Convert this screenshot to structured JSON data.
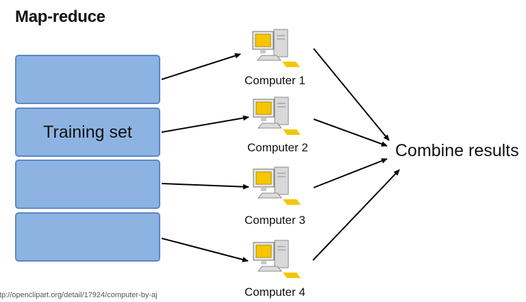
{
  "title": "Map-reduce",
  "training_label": "Training set",
  "computers": [
    {
      "label": "Computer 1"
    },
    {
      "label": "Computer 2"
    },
    {
      "label": "Computer 3"
    },
    {
      "label": "Computer 4"
    }
  ],
  "combine_label": "Combine results",
  "source_text": "ttp://openclipart.org/detail/17924/computer-by-aj",
  "icons": [
    "computer-icon"
  ],
  "colors": {
    "block_fill": "#8db3e2",
    "block_border": "#5b87c4",
    "arrow": "#000000"
  }
}
